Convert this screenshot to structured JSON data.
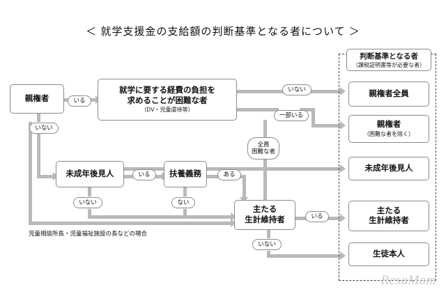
{
  "title": "＜ 就学支援金の支給額の判断基準となる者について ＞",
  "nodes": {
    "shinkensha": {
      "line1": "親権者"
    },
    "konnan": {
      "line1": "就学に要する経費の負担を",
      "line2": "求めることが困難な者",
      "sub": "（DV・児童虐待等）"
    },
    "miseinen": {
      "line1": "未成年後見人"
    },
    "fuyou": {
      "line1": "扶養義務"
    },
    "shukei": {
      "line1": "主たる",
      "line2": "生計維持者"
    }
  },
  "edge_labels": {
    "iru_1": "いる",
    "inai_1": "いない",
    "inai_top_right": "いない",
    "ichibu_iru": "一部いる",
    "zenin_konnan": "全員\n困難な者",
    "iru_2": "いる",
    "aru": "ある",
    "inai_2": "いない",
    "nai": "ない",
    "iru_3": "いる",
    "inai_3": "いない"
  },
  "edge_labels_flat": {
    "zenin": "全員",
    "konnan_mono": "困難な者"
  },
  "note": "児童相談所長・児童福祉施設の長などの場合",
  "panel": {
    "title_line1": "判断基準となる者",
    "title_line2": "（課税証明書等が必要な者）",
    "items": [
      {
        "line1": "親権者全員",
        "sub": ""
      },
      {
        "line1": "親権者",
        "sub": "（困難な者を除く）"
      },
      {
        "line1": "未成年後見人",
        "sub": ""
      },
      {
        "line1": "主たる",
        "line2": "生計維持者",
        "sub": ""
      },
      {
        "line1": "生徒本人",
        "sub": ""
      }
    ]
  },
  "watermark": "ResaMom",
  "colors": {
    "arrow": "#b9b9b9",
    "border": "#8a8a8a",
    "panel_border": "#444444",
    "text": "#111111",
    "watermark": "#c9c9c9"
  }
}
